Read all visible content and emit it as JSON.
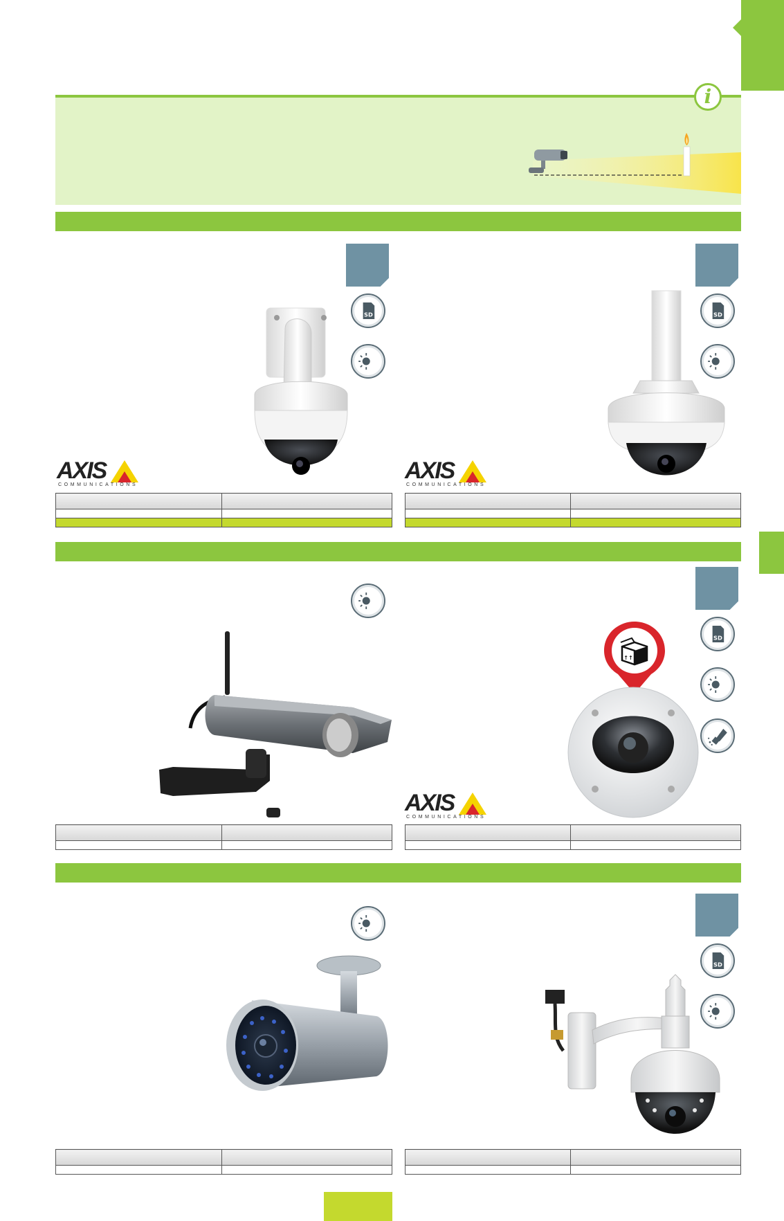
{
  "theme": {
    "accent_green": "#8cc63f",
    "lime": "#c4d92e",
    "pale_green": "#e2f3c7",
    "badge_steel": "#6f92a3",
    "alert_red": "#d9252b"
  },
  "header": {
    "info_icon": "info-icon",
    "illustration": "camera-ir-range-illustration"
  },
  "brand": {
    "name": "AXIS",
    "tagline": "COMMUNICATIONS"
  },
  "icons": {
    "sd_label": "SD",
    "sd": "sd-card-icon",
    "day_night": "day-night-icon",
    "vandal": "vandal-proof-icon",
    "box": "package-box-icon"
  },
  "products": [
    {
      "position": "row1-left",
      "image": "axis-ptz-dome-wall-mount",
      "features": [
        "sd-card-icon",
        "day-night-icon"
      ],
      "brand_logo": true
    },
    {
      "position": "row1-right",
      "image": "axis-ptz-dome-pendant",
      "features": [
        "sd-card-icon",
        "day-night-icon"
      ],
      "brand_logo": true
    },
    {
      "position": "row2-left",
      "image": "wireless-bullet-camera",
      "features": [
        "day-night-icon"
      ],
      "brand_logo": false
    },
    {
      "position": "row2-right",
      "image": "axis-vandal-dome",
      "features": [
        "sd-card-icon",
        "day-night-icon",
        "vandal-proof-icon"
      ],
      "brand_logo": true
    },
    {
      "position": "row3-left",
      "image": "ir-bullet-camera",
      "features": [
        "day-night-icon"
      ],
      "brand_logo": false
    },
    {
      "position": "row3-right",
      "image": "outdoor-ptz-wall-mount",
      "features": [
        "sd-card-icon",
        "day-night-icon"
      ],
      "brand_logo": false
    }
  ]
}
